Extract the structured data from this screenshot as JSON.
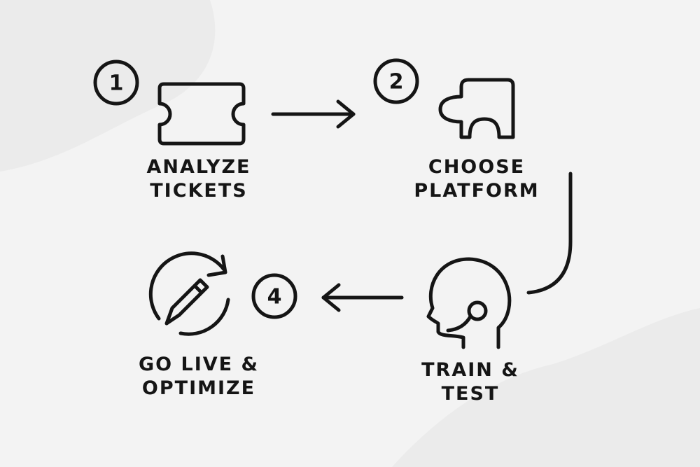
{
  "diagram": {
    "steps": [
      {
        "number": "1",
        "label_line1": "ANALYZE",
        "label_line2": "TICKETS",
        "icon": "ticket-icon"
      },
      {
        "number": "2",
        "label_line1": "CHOOSE",
        "label_line2": "PLATFORM",
        "icon": "puzzle-piece-icon"
      },
      {
        "number": "",
        "label_line1": "TRAIN &",
        "label_line2": "TEST",
        "icon": "head-profile-icon"
      },
      {
        "number": "4",
        "label_line1": "GO LIVE &",
        "label_line2": "OPTIMIZE",
        "icon": "pencil-refresh-icon"
      }
    ],
    "colors": {
      "background": "#f3f3f3",
      "blob": "#ebebeb",
      "ink": "#151515"
    }
  }
}
